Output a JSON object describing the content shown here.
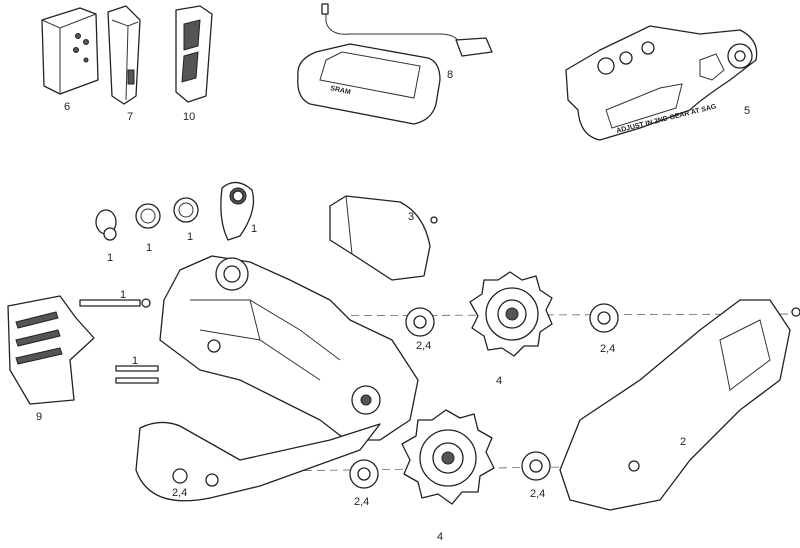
{
  "diagram": {
    "labels": {
      "battery": "6",
      "battery_clip": "7",
      "battery_cover": "10",
      "charger": "8",
      "chain_gap_tool": "5",
      "cover_3": "3",
      "bushing_a": "1",
      "bushing_b": "1",
      "bushing_c": "1",
      "bracket_1": "1",
      "pin_1": "1",
      "screws_1": "1",
      "bumper": "9",
      "pulley_top": "4",
      "washer_top_left": "2,4",
      "washer_top_right": "2,4",
      "cage_outer": "2",
      "washer_bottom_left_cage": "2,4",
      "washer_bottom_left": "2,4",
      "washer_bottom_right": "2,4",
      "pulley_bottom": "4"
    },
    "etched_text": "ADJUST IN 2ND GEAR AT SAG",
    "charger_logo": "SRAM"
  }
}
